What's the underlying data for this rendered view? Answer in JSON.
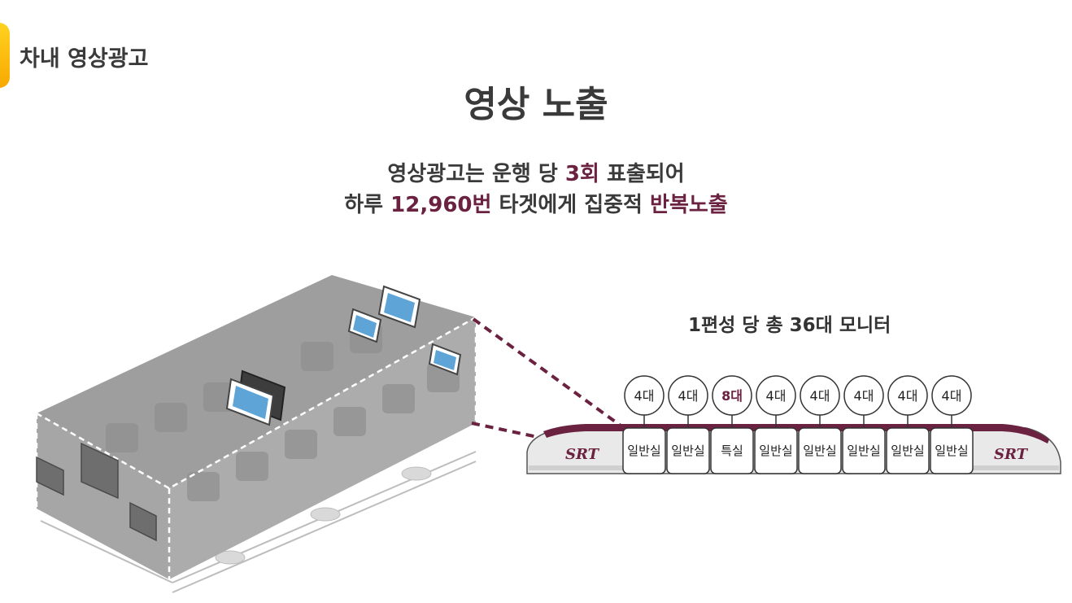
{
  "header": {
    "section_title": "차내 영상광고",
    "main_title": "영상 노출"
  },
  "subtitle": {
    "line1_pre": "영상광고는 운행 당 ",
    "line1_hl": "3회",
    "line1_post": " 표출되어",
    "line2_pre": "하루 ",
    "line2_hl": "12,960번",
    "line2_mid": " 타겟에게 집중적 ",
    "line2_hl2": "반복노출"
  },
  "train": {
    "monitor_count_label": "1편성 당 총 36대 모니터",
    "logo": "SRT",
    "cars": [
      {
        "label": "일반실",
        "monitors": "4대",
        "highlight": false
      },
      {
        "label": "일반실",
        "monitors": "4대",
        "highlight": false
      },
      {
        "label": "특실",
        "monitors": "8대",
        "highlight": true
      },
      {
        "label": "일반실",
        "monitors": "4대",
        "highlight": false
      },
      {
        "label": "일반실",
        "monitors": "4대",
        "highlight": false
      },
      {
        "label": "일반실",
        "monitors": "4대",
        "highlight": false
      },
      {
        "label": "일반실",
        "monitors": "4대",
        "highlight": false
      },
      {
        "label": "일반실",
        "monitors": "4대",
        "highlight": false
      }
    ]
  },
  "colors": {
    "accent_yellow": "#ffd21f",
    "brand_maroon": "#6b2140",
    "text_dark": "#3a3a3a"
  }
}
